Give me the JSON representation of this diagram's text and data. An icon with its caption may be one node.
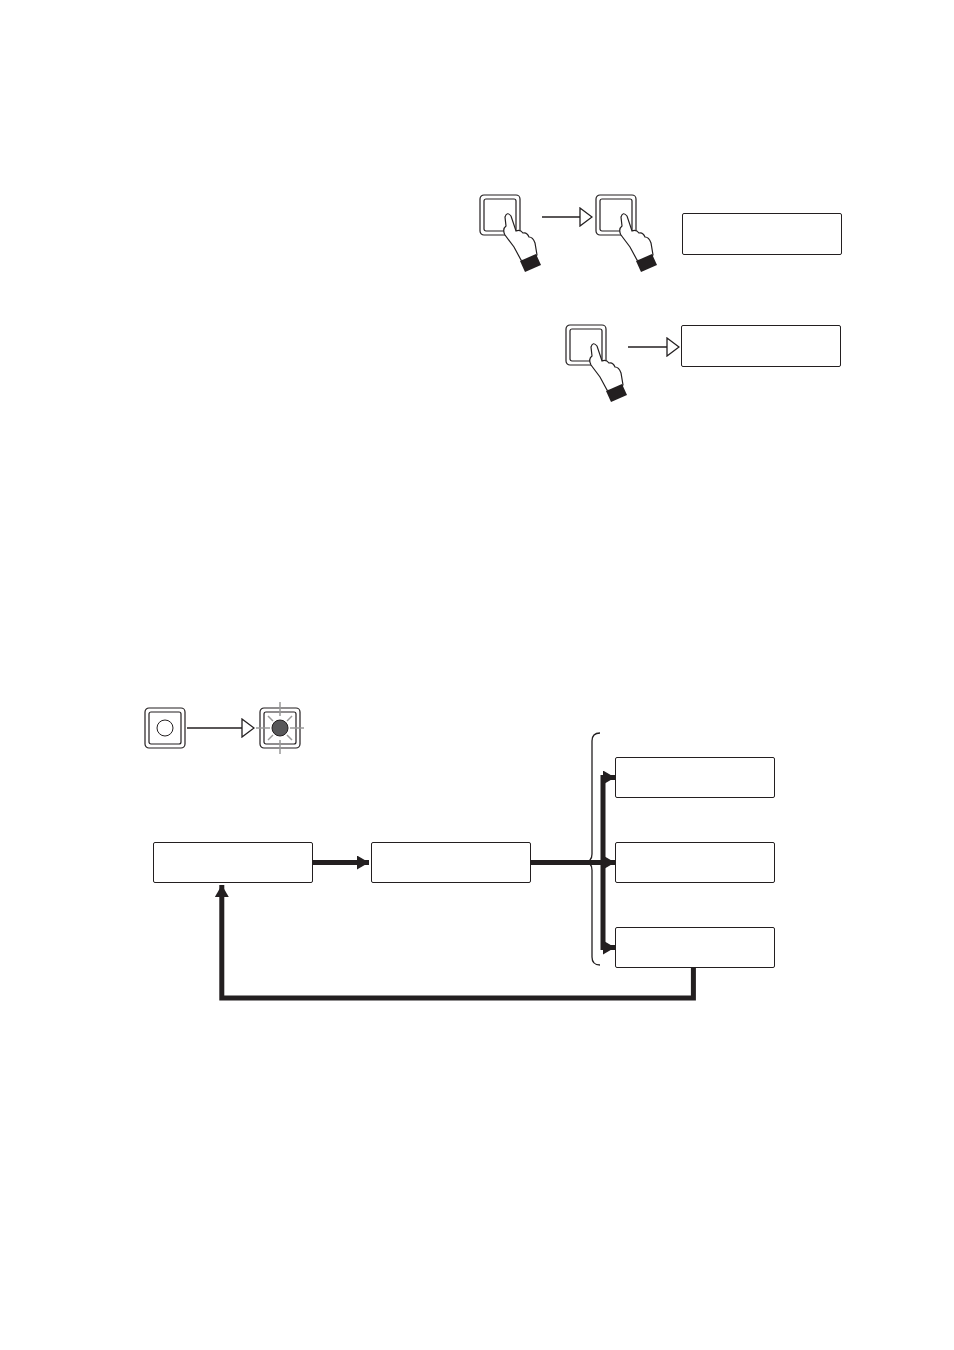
{
  "diagram": {
    "nodes": [
      {
        "text": [],
        "shape": "button"
      },
      {
        "text": [],
        "shape": "button"
      },
      {
        "text": [],
        "shape": "box"
      },
      {
        "text": [],
        "shape": "button"
      },
      {
        "text": [],
        "shape": "box"
      },
      {
        "text": [],
        "shape": "button"
      },
      {
        "text": [],
        "shape": "button"
      },
      {
        "text": [],
        "shape": "box"
      },
      {
        "text": [],
        "shape": "box"
      },
      {
        "text": [],
        "shape": "box"
      },
      {
        "text": [],
        "shape": "box"
      },
      {
        "text": [],
        "shape": "box"
      }
    ],
    "edges": [
      {
        "from": 0,
        "to": 1,
        "arrow": "to"
      },
      {
        "from": 3,
        "to": 4,
        "arrow": "to"
      },
      {
        "from": 5,
        "to": 6,
        "arrow": "to"
      },
      {
        "from": 7,
        "to": 8,
        "arrow": "to"
      },
      {
        "from": 8,
        "to": 9,
        "arrow": "to"
      },
      {
        "from": 8,
        "to": 10,
        "arrow": "to"
      },
      {
        "from": 8,
        "to": 11,
        "arrow": "to"
      },
      {
        "from": 11,
        "to": 7,
        "arrow": "to"
      }
    ]
  }
}
